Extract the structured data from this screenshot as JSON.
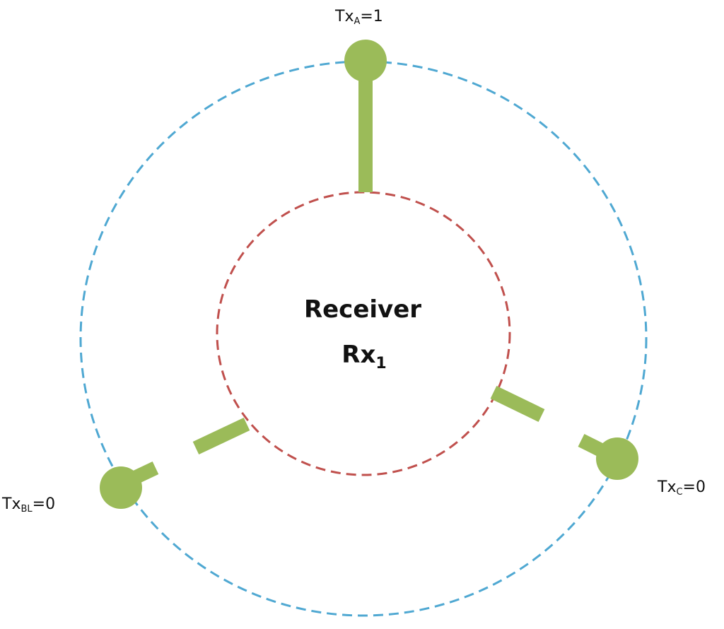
{
  "receiver": {
    "title": "Receiver",
    "id_main": "Rx",
    "id_sub": "1"
  },
  "transmitters": {
    "top": {
      "main": "Tx",
      "sub": "A",
      "rest": "=1",
      "value": 1
    },
    "left": {
      "main": "Tx",
      "sub": "BL",
      "rest": "=0",
      "value": 0
    },
    "right": {
      "main": "Tx",
      "sub": "C",
      "rest": "=0",
      "value": 0
    }
  },
  "colors": {
    "outer_ring": "#4fa8d2",
    "inner_ring": "#c0504d",
    "arm": "#9bbb59",
    "text": "#111111"
  }
}
